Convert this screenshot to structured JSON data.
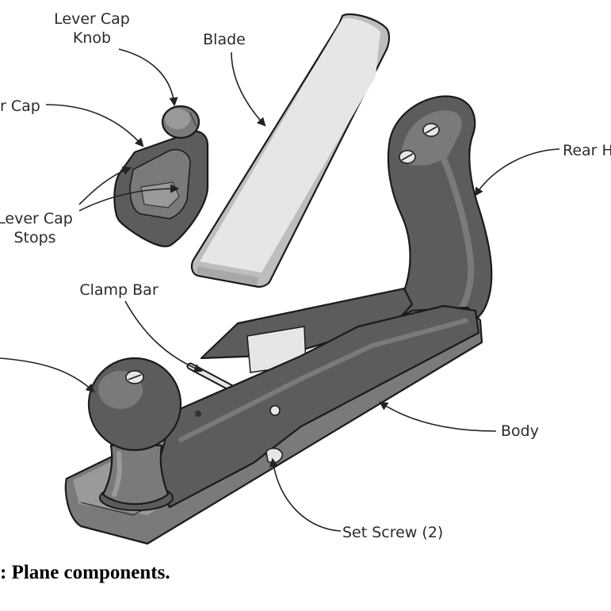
{
  "labels": {
    "lever_cap_knob_line1": "Lever Cap",
    "lever_cap_knob_line2": "Knob",
    "blade": "Blade",
    "lever_cap": "r Cap",
    "lever_cap_stops_line1": "Lever Cap",
    "lever_cap_stops_line2": "Stops",
    "rear_handle": "Rear H",
    "clamp_bar": "Clamp Bar",
    "body": "Body",
    "set_screw": "Set Screw (2)"
  },
  "caption": ": Plane components.",
  "colors": {
    "metal_dark": "#5c5c5c",
    "metal_mid": "#7a7a7a",
    "metal_light": "#9a9a9a",
    "blade_face": "#e6e6e6",
    "blade_edge": "#bdbdbd",
    "outline": "#1a1a1a"
  }
}
